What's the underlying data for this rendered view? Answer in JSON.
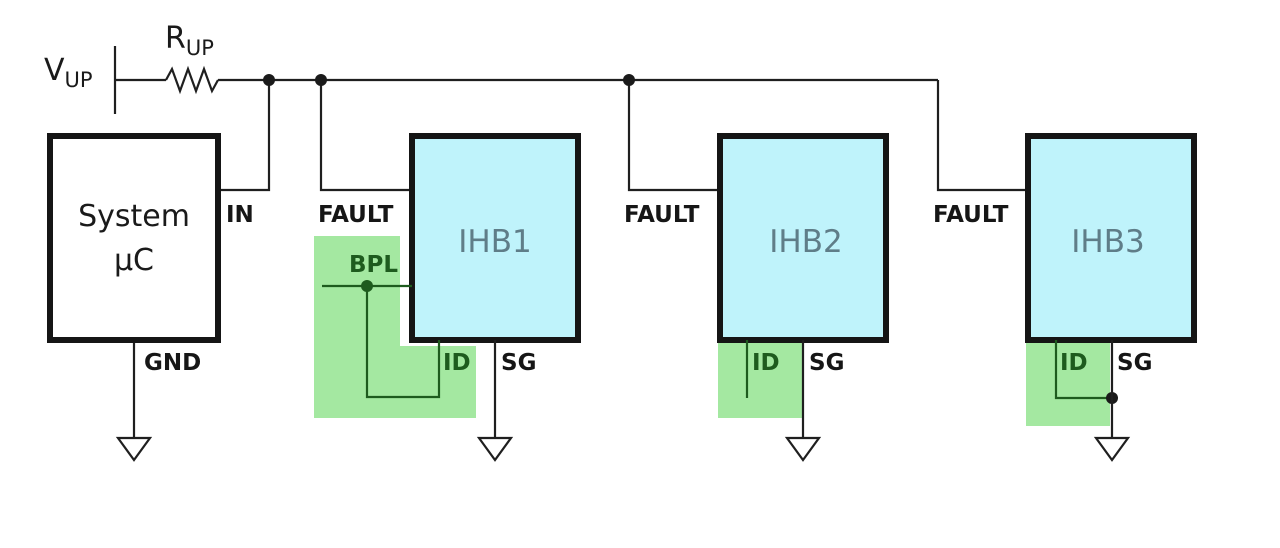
{
  "source": {
    "main": "V",
    "sub": "UP"
  },
  "resistor": {
    "main": "R",
    "sub": "UP"
  },
  "controller": {
    "line1": "System",
    "line2": "µC",
    "pin_in": "IN",
    "pin_gnd": "GND"
  },
  "devices": [
    {
      "name": "IHB1",
      "fault": "FAULT",
      "id": "ID",
      "sg": "SG",
      "bpl": "BPL"
    },
    {
      "name": "IHB2",
      "fault": "FAULT",
      "id": "ID",
      "sg": "SG"
    },
    {
      "name": "IHB3",
      "fault": "FAULT",
      "id": "ID",
      "sg": "SG"
    }
  ],
  "colors": {
    "device_fill": "#bff3fb",
    "highlight": "#a4e8a1",
    "line": "#1f1f1f",
    "green_line": "#1e5b1e"
  }
}
